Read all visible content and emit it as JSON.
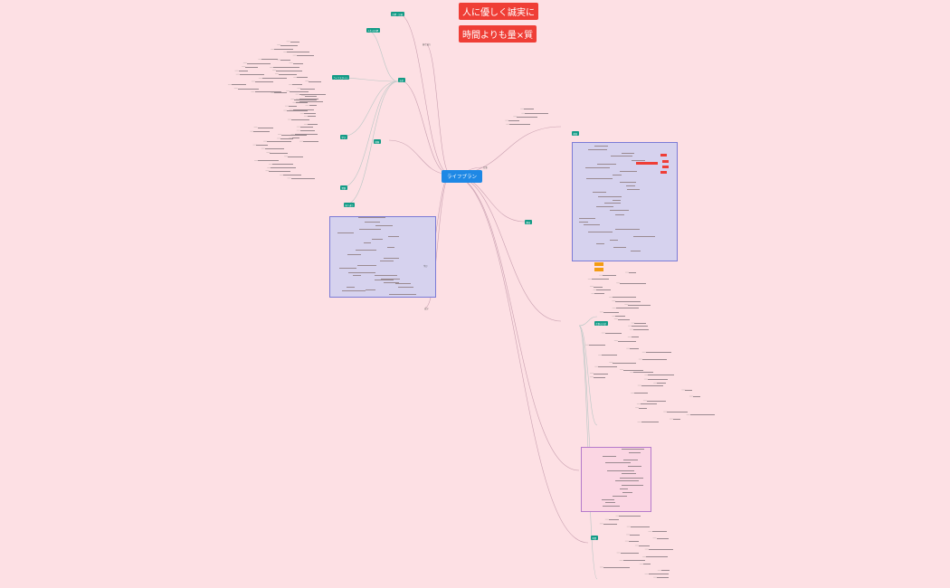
{
  "banners": [
    "人に優しく誠実に",
    "時間よりも量×質"
  ],
  "root": "ライフプラン",
  "branches": {
    "work": "仕事",
    "summary": "振り返り",
    "plan": "学び",
    "self": "自分"
  },
  "teal_labels": [
    "目標・計画",
    "人生の目標",
    "お金",
    "ライフスタイル",
    "学び",
    "健康",
    "習慣",
    "振り返り",
    "家族",
    "趣味",
    "仕事の方針",
    "時間"
  ],
  "colors": {
    "background": "#fde0e4",
    "root": "#1e88e5",
    "teal": "#139b86",
    "banner": "#ef3e36"
  }
}
